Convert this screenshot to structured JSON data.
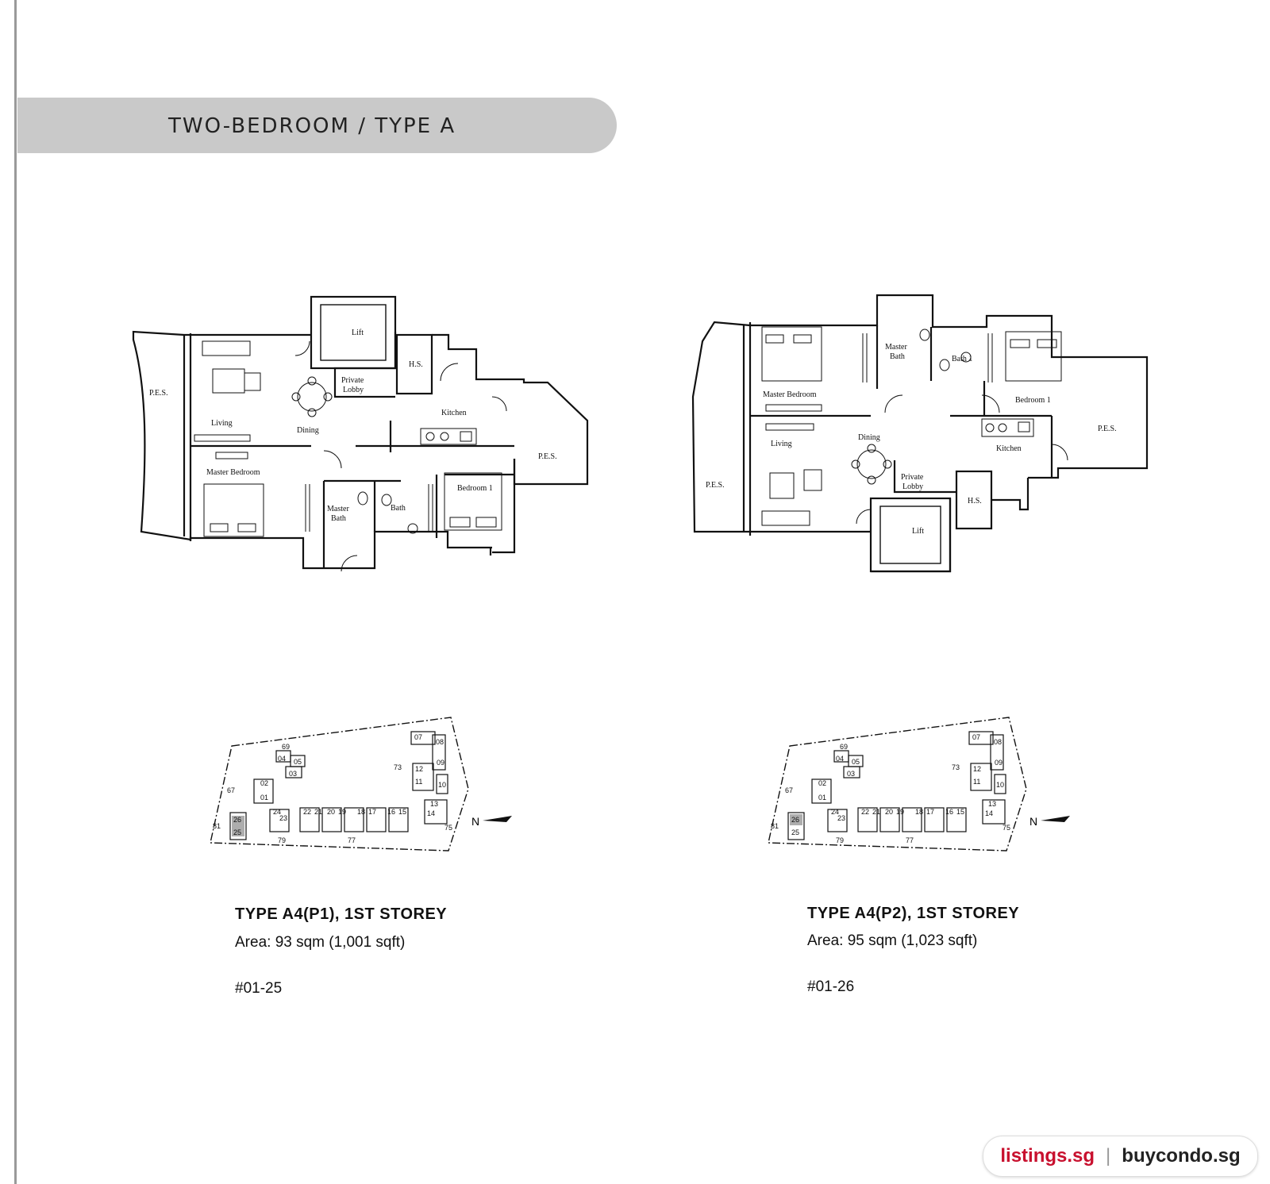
{
  "header": {
    "title": "TWO-BEDROOM / TYPE A"
  },
  "plans": [
    {
      "title": "TYPE A4(P1), 1ST STOREY",
      "area": "Area: 93 sqm (1,001 sqft)",
      "unit": "#01-25",
      "rooms": {
        "lift": "Lift",
        "hs": "H.S.",
        "private": "Private",
        "lobby": "Lobby",
        "pes1": "P.E.S.",
        "pes2": "P.E.S.",
        "living": "Living",
        "dining": "Dining",
        "kitchen": "Kitchen",
        "master_bedroom": "Master Bedroom",
        "master": "Master",
        "bath_word": "Bath",
        "bath": "Bath",
        "bedroom1": "Bedroom 1"
      }
    },
    {
      "title": "TYPE A4(P2), 1ST STOREY",
      "area": "Area: 95 sqm (1,023 sqft)",
      "unit": "#01-26",
      "rooms": {
        "lift": "Lift",
        "hs": "H.S.",
        "private": "Private",
        "lobby": "Lobby",
        "pes1": "P.E.S.",
        "pes2": "P.E.S.",
        "living": "Living",
        "dining": "Dining",
        "kitchen": "Kitchen",
        "master_bedroom": "Master Bedroom",
        "master": "Master",
        "bath_word": "Bath",
        "bath": "Bath 1",
        "bedroom1": "Bedroom 1"
      }
    }
  ],
  "keyplan": {
    "north": "N",
    "blocks": [
      "69",
      "04",
      "05",
      "03",
      "67",
      "02",
      "01",
      "26",
      "25",
      "81",
      "24",
      "23",
      "79",
      "22",
      "21",
      "20",
      "19",
      "18",
      "17",
      "16",
      "15",
      "77",
      "07",
      "08",
      "73",
      "12",
      "09",
      "11",
      "10",
      "13",
      "14",
      "75"
    ]
  },
  "watermark": {
    "left": "listings.sg",
    "separator": "|",
    "right": "buycondo.sg"
  }
}
